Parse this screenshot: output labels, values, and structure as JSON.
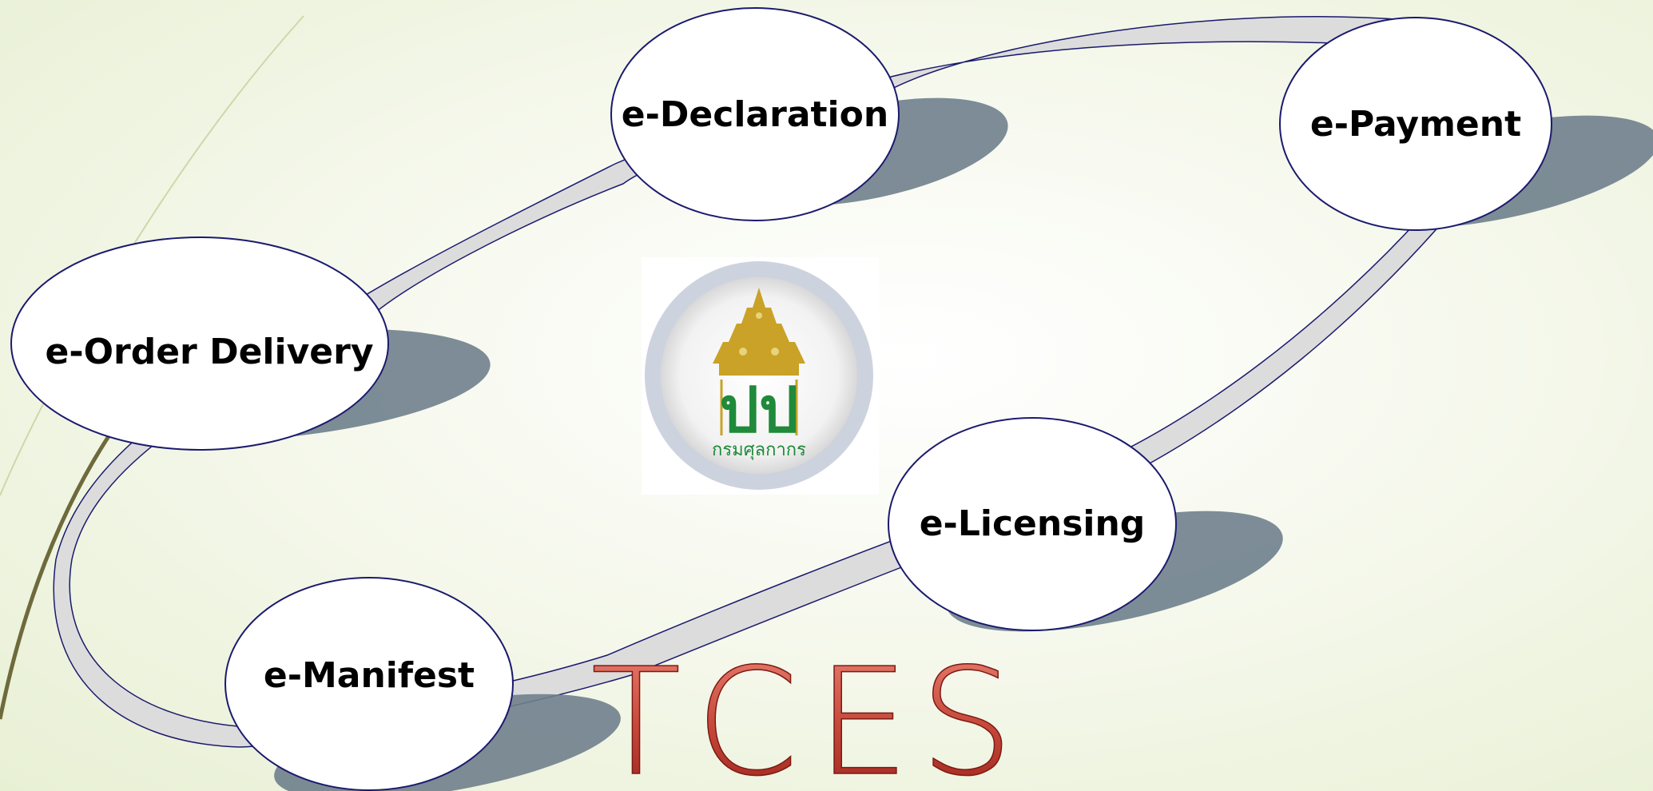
{
  "diagram": {
    "nodes": [
      {
        "id": "declaration",
        "label": "e-Declaration"
      },
      {
        "id": "payment",
        "label": "e-Payment"
      },
      {
        "id": "order_delivery",
        "label": "e-Order Delivery"
      },
      {
        "id": "licensing",
        "label": "e-Licensing"
      },
      {
        "id": "manifest",
        "label": "e-Manifest"
      }
    ],
    "logo": {
      "caption": "กรมศุลกากร",
      "monogram": "ปป",
      "description": "customs-department-emblem"
    },
    "title": {
      "letters": [
        "T",
        "C",
        "E",
        "S"
      ]
    },
    "colors": {
      "node_fill": "#ffffff",
      "node_stroke": "#1a1a6e",
      "ring_fill": "#dcdcdc",
      "shadow": "#6f7f8c",
      "title_gradient_top": "#e8776a",
      "title_gradient_bottom": "#a8231c",
      "logo_green": "#1e8a3a",
      "logo_gold": "#c9a227"
    }
  }
}
